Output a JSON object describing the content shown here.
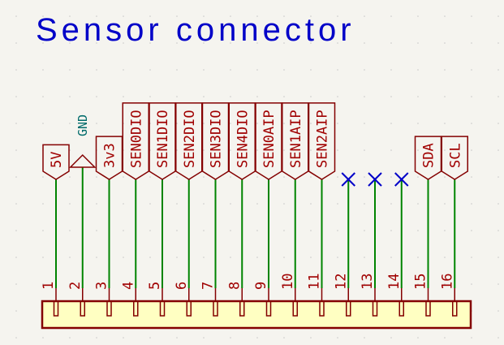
{
  "title": "Sensor connector",
  "colors": {
    "background": "#f5f4ef",
    "title": "#0000c8",
    "label": "#a00000",
    "wire": "#008400",
    "no_connect": "#0000c8",
    "power_label": "#006b6b",
    "connector_fill": "#ffffc2",
    "connector_stroke": "#840000"
  },
  "pins": [
    {
      "number": "1",
      "label": "5V",
      "kind": "label"
    },
    {
      "number": "2",
      "label": "GND",
      "kind": "power"
    },
    {
      "number": "3",
      "label": "3v3",
      "kind": "label"
    },
    {
      "number": "4",
      "label": "SEN0DIO",
      "kind": "label"
    },
    {
      "number": "5",
      "label": "SEN1DIO",
      "kind": "label"
    },
    {
      "number": "6",
      "label": "SEN2DIO",
      "kind": "label"
    },
    {
      "number": "7",
      "label": "SEN3DIO",
      "kind": "label"
    },
    {
      "number": "8",
      "label": "SEN4DIO",
      "kind": "label"
    },
    {
      "number": "9",
      "label": "SEN0AIP",
      "kind": "label"
    },
    {
      "number": "10",
      "label": "SEN1AIP",
      "kind": "label"
    },
    {
      "number": "11",
      "label": "SEN2AIP",
      "kind": "label"
    },
    {
      "number": "12",
      "label": "",
      "kind": "nc"
    },
    {
      "number": "13",
      "label": "",
      "kind": "nc"
    },
    {
      "number": "14",
      "label": "",
      "kind": "nc"
    },
    {
      "number": "15",
      "label": "SDA",
      "kind": "label"
    },
    {
      "number": "16",
      "label": "SCL",
      "kind": "label"
    }
  ]
}
